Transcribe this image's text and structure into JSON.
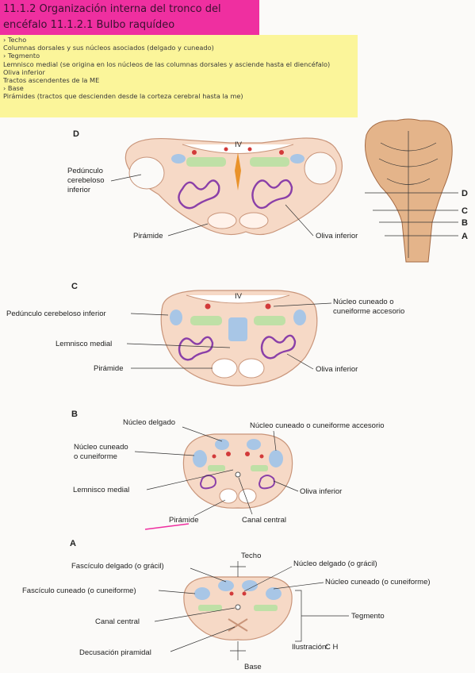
{
  "header": {
    "title_line1": "11.1.2 Organización interna del tronco del",
    "title_line2": "encéfalo 11.1.2.1 Bulbo raquídeo"
  },
  "notes": [
    "› Techo",
    "Columnas dorsales y sus núcleos asociados (delgado y cuneado)",
    "› Tegmento",
    "Lemnisco medial (se origina en los núcleos de las columnas dorsales y asciende hasta el diencéfalo)",
    "Oliva inferior",
    "Tractos ascendentes de la ME",
    "› Base",
    "Pirámides (tractos que descienden desde la corteza cerebral hasta la me)"
  ],
  "figure": {
    "panel_D": {
      "letter": "D",
      "ventricle": "IV",
      "peduncle_1": "Pedúnculo",
      "peduncle_2": "cerebeloso",
      "peduncle_3": "inferior",
      "pyramid": "Pirámide",
      "olive": "Oliva inferior"
    },
    "brainstem_levels": [
      "D",
      "C",
      "B",
      "A"
    ],
    "panel_C": {
      "letter": "C",
      "ventricle": "IV",
      "peduncle": "Pedúnculo cerebeloso inferior",
      "cuneate_1": "Núcleo cuneado o",
      "cuneate_2": "cuneiforme accesorio",
      "lemniscus": "Lemnisco medial",
      "pyramid": "Pirámide",
      "olive": "Oliva inferior"
    },
    "panel_B": {
      "letter": "B",
      "gracile": "Núcleo delgado",
      "accessory_cuneate": "Núcleo cuneado o cuneiforme accesorio",
      "cuneate_1": "Núcleo cuneado",
      "cuneate_2": "o cuneiforme",
      "lemniscus": "Lemnisco medial",
      "olive": "Oliva inferior",
      "pyramid": "Pirámide",
      "central_canal": "Canal central"
    },
    "panel_A": {
      "letter": "A",
      "roof": "Techo",
      "gracile_fasciculus": "Fascículo delgado (o grácil)",
      "gracile_nucleus": "Núcleo delgado (o grácil)",
      "cuneate_fasciculus": "Fascículo cuneado (o cuneiforme)",
      "cuneate_nucleus": "Núcleo cuneado (o cuneiforme)",
      "central_canal": "Canal central",
      "tegmentum": "Tegmento",
      "decussation": "Decusación piramidal",
      "base": "Base",
      "credit_label": "Ilustración:",
      "credit_mark": "C H"
    }
  },
  "colors": {
    "title_bg": "#ef2fa0",
    "notes_bg": "#fbf59a",
    "tissue": "#f6d9c6",
    "tissue_edge": "#c9957a",
    "tract_blue": "#a8c6e6",
    "tract_green": "#bfe0a6",
    "nucleus_red": "#d23a3a",
    "olive_purple": "#8a3fa8",
    "accent_pink": "#ef2fa0"
  }
}
